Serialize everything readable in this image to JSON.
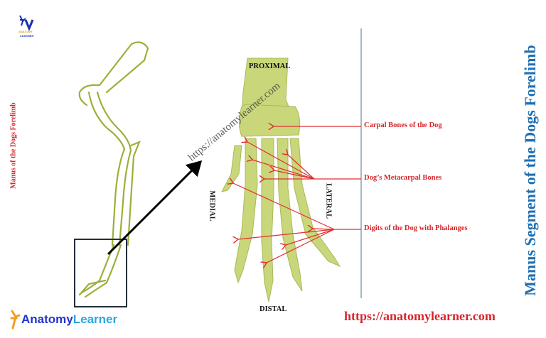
{
  "title": "Manus Segment of the Dogs Forelimb",
  "side_caption": "Manus of the Dogs Forelimb",
  "watermark": "https://anatomylearner.com",
  "site_url": "https://anatomylearner.com",
  "brand": {
    "part1": "Anatomy",
    "part2": "Learner",
    "small_logo_line1": "ANATOMY",
    "small_logo_line2": "LEARNER"
  },
  "orientation": {
    "proximal": "PROXIMAL",
    "distal": "DISTAL",
    "medial": "MEDIAL",
    "lateral": "LATERAL"
  },
  "labels": [
    {
      "text": "Carpal Bones of the Dog"
    },
    {
      "text": "Dog’s Metacarpal  Bones"
    },
    {
      "text": "Digits of the Dog with Phalanges"
    }
  ],
  "colors": {
    "label_red": "#d7262b",
    "title_blue": "#1f6fb2",
    "bone_fill": "#c9d77a",
    "bone_outline": "#9fae3a",
    "divider": "#6a8aa0"
  }
}
